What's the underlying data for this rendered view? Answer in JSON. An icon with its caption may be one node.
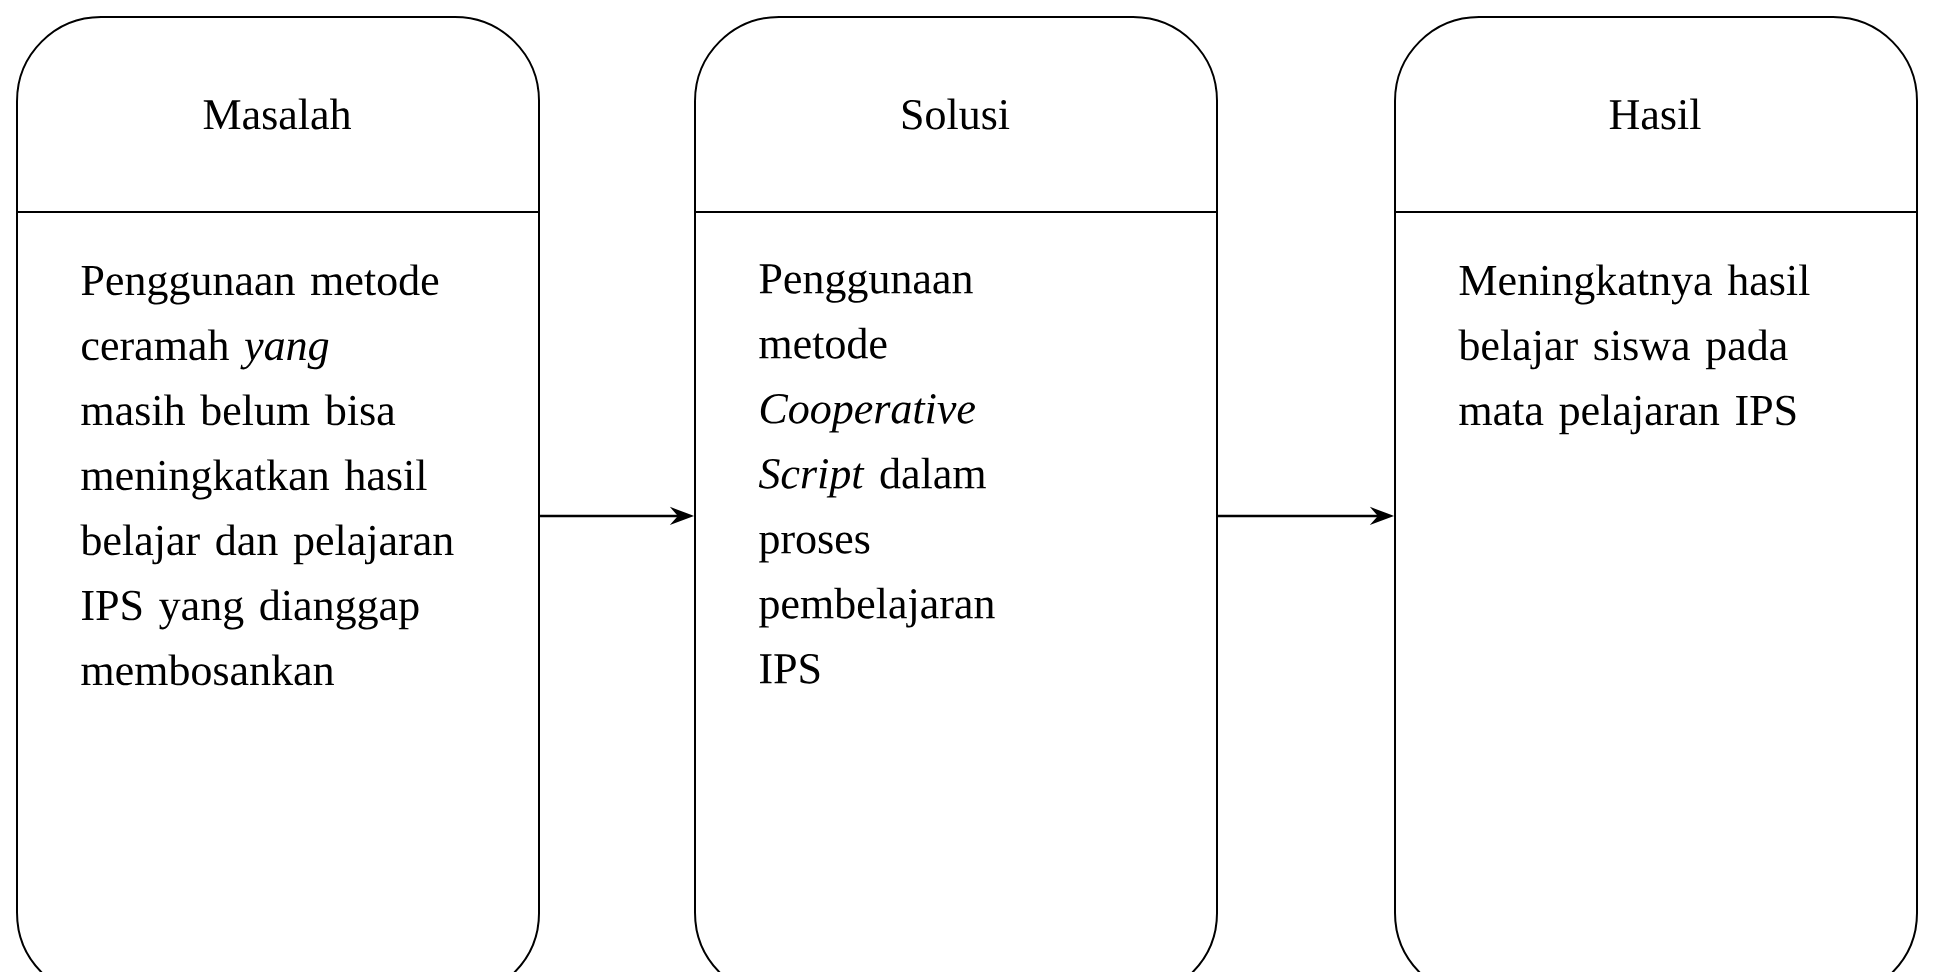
{
  "diagram": {
    "nodes": [
      {
        "text": [
          "Masalah",
          "Penggunaan metode ceramah *yang* masih belum bisa meningkatkan hasil belajar dan pelajaran IPS yang dianggap membosankan"
        ]
      },
      {
        "text": [
          "Solusi",
          "Penggunaan metode *Cooperative Script* dalam proses pembelajaran IPS"
        ]
      },
      {
        "text": [
          "Hasil",
          "Meningkatnya hasil belajar siswa pada mata pelajaran IPS"
        ]
      }
    ],
    "edges": [
      {
        "from": 0,
        "to": 1,
        "arrow": "to"
      },
      {
        "from": 1,
        "to": 2,
        "arrow": "to"
      }
    ]
  }
}
